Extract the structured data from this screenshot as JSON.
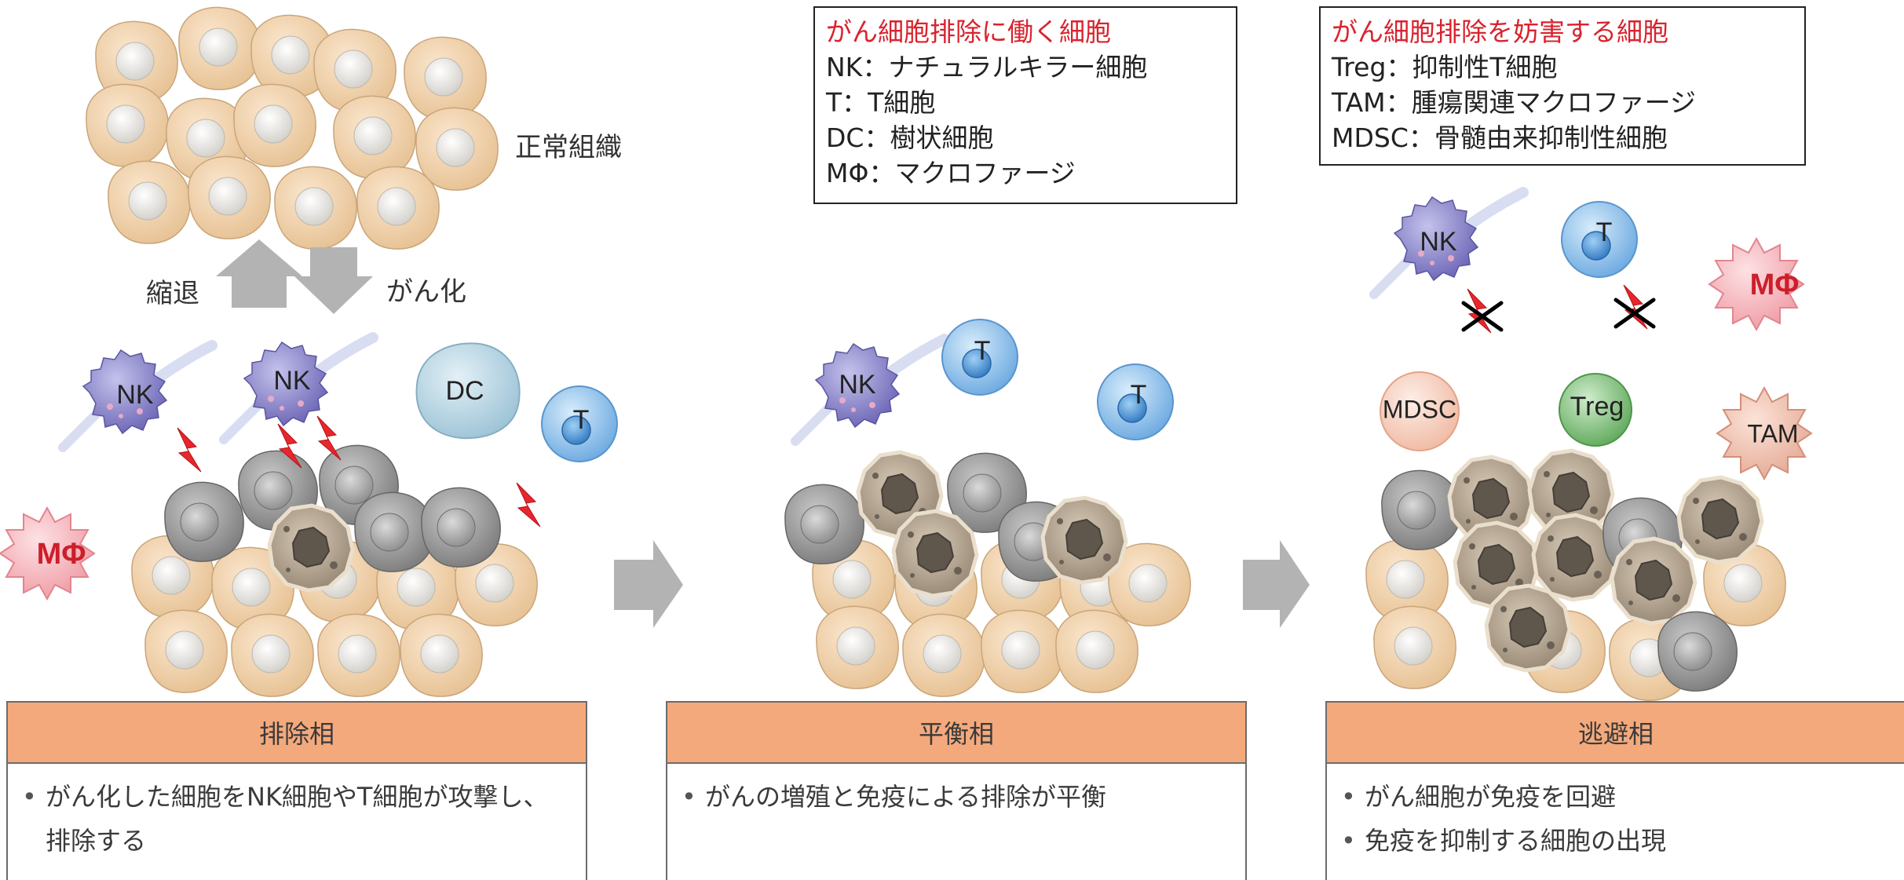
{
  "legend_effector": {
    "title": "がん細胞排除に働く細胞",
    "items": [
      "NK：ナチュラルキラー細胞",
      "T：T細胞",
      "DC：樹状細胞",
      "MΦ：マクロファージ"
    ]
  },
  "legend_suppressor": {
    "title": "がん細胞排除を妨害する細胞",
    "items": [
      "Treg：抑制性T細胞",
      "TAM：腫瘍関連マクロファージ",
      "MDSC：骨髄由来抑制性細胞"
    ]
  },
  "labels": {
    "normal_tissue": "正常組織",
    "regression": "縮退",
    "carcinogenesis": "がん化"
  },
  "cells": {
    "nk": "NK",
    "t": "T",
    "dc": "DC",
    "mphi": "MΦ",
    "mdsc": "MDSC",
    "treg": "Treg",
    "tam": "TAM"
  },
  "colors": {
    "legend_title": "#d9232e",
    "panel_header": "#f4a97c",
    "arrow": "#b3b3b3",
    "lightning": "#e8262c"
  },
  "phases": [
    {
      "title": "排除相",
      "bullets": [
        "がん化した細胞をNK細胞やT細胞が攻撃し、排除する"
      ]
    },
    {
      "title": "平衡相",
      "bullets": [
        "がんの増殖と免疫による排除が平衡"
      ]
    },
    {
      "title": "逃避相",
      "bullets": [
        "がん細胞が免疫を回避",
        "免疫を抑制する細胞の出現"
      ]
    }
  ]
}
